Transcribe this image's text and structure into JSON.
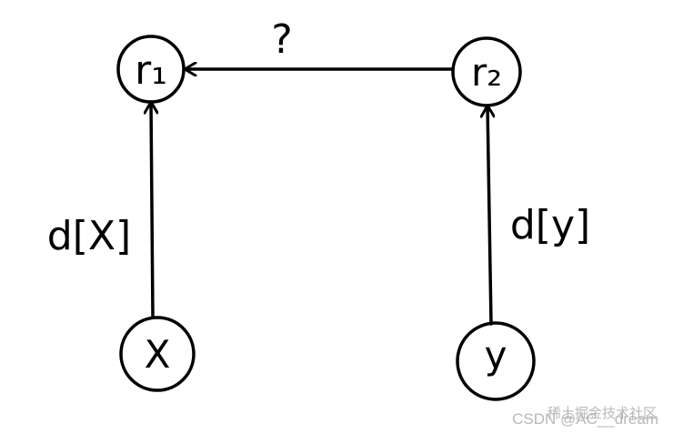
{
  "diagram": {
    "nodes": [
      {
        "id": "r1",
        "label": "r₁"
      },
      {
        "id": "r2",
        "label": "r₂"
      },
      {
        "id": "x",
        "label": "X"
      },
      {
        "id": "y",
        "label": "y"
      }
    ],
    "edges": [
      {
        "from": "x",
        "to": "r1",
        "label": "d[X]"
      },
      {
        "from": "y",
        "to": "r2",
        "label": "d[y]"
      },
      {
        "from": "r2",
        "to": "r1",
        "label": "?"
      }
    ]
  },
  "watermark": {
    "platform": "稀土掘金技术社区",
    "author": "CSDN @AC__dream"
  },
  "colors": {
    "ink": "#000000",
    "background": "#ffffff",
    "watermark": "#b8b8b8"
  }
}
